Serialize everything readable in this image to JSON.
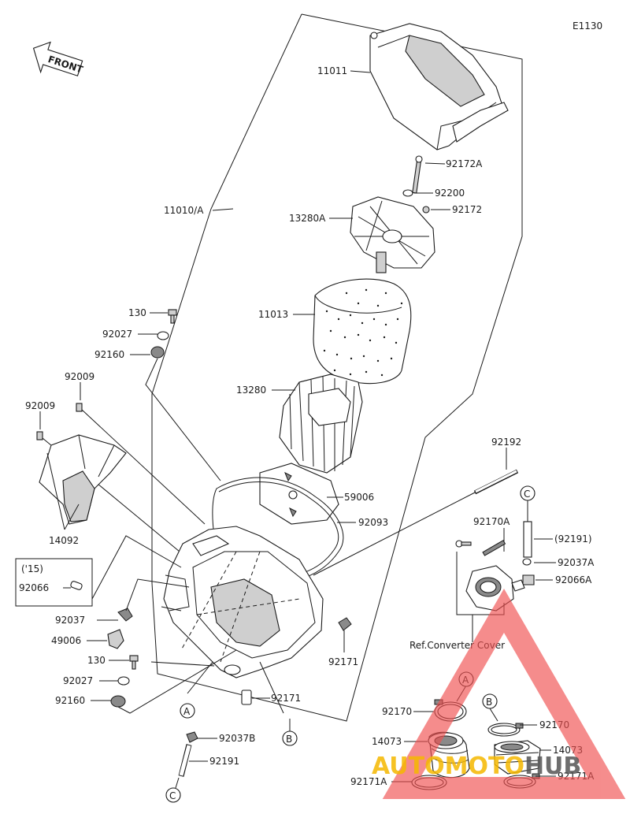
{
  "diagram_code": "E1130",
  "front_label": "FRONT",
  "ref_note": "Ref.Converter Cover",
  "year_note": "('15)",
  "watermark": {
    "part1": "AUTOMOTO",
    "part2": "HUB",
    "color1": "#f5b800",
    "color2": "#555555",
    "accent": "#f05050"
  },
  "callouts": {
    "p11011": "11011",
    "p11010A": "11010/A",
    "p92172A": "92172A",
    "p92200": "92200",
    "p13280A": "13280A",
    "p92172": "92172",
    "p11013": "11013",
    "p130a": "130",
    "p92027a": "92027",
    "p92160a": "92160",
    "p13280": "13280",
    "p92009a": "92009",
    "p92009b": "92009",
    "p14092": "14092",
    "p92192": "92192",
    "p59006": "59006",
    "p92093": "92093",
    "p92170A": "92170A",
    "p92191b": "(92191)",
    "p92037A": "92037A",
    "p92066A": "92066A",
    "p92066": "92066",
    "p92037": "92037",
    "p49006": "49006",
    "p130b": "130",
    "p92027b": "92027",
    "p92160b": "92160",
    "p92171a": "92171",
    "p92171b": "92171",
    "p92037B": "92037B",
    "p92191": "92191",
    "p92170a": "92170",
    "p92170b": "92170",
    "p14073a": "14073",
    "p14073b": "14073",
    "p92171Aa": "92171A",
    "p92171Ab": "92171A"
  },
  "markers": {
    "A1": "A",
    "A2": "A",
    "B1": "B",
    "B2": "B",
    "C1": "C",
    "C2": "C"
  }
}
